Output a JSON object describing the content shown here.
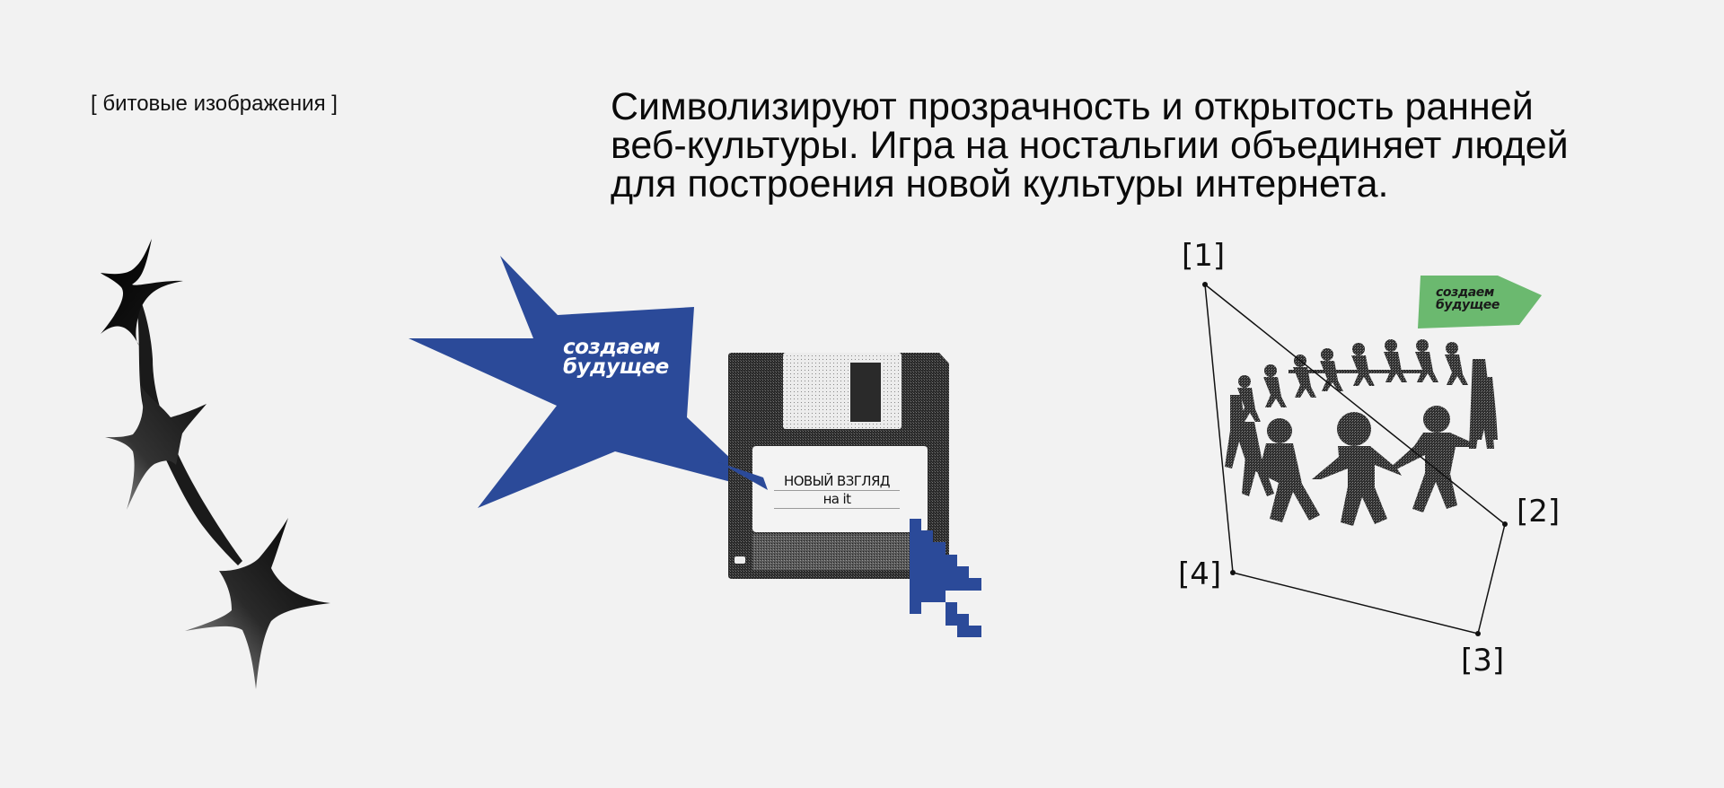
{
  "section_label": "[ битовые изображения ]",
  "headline": {
    "lines": [
      "Символизируют прозрачность и открытость ранней",
      "веб-культуры. Игра на ностальгии объединяет людей",
      "для построения новой культуры интернета."
    ]
  },
  "illustrations": {
    "stars": {
      "count": 3,
      "color": "#111111"
    },
    "blue_star_sticker": {
      "line1": "создаем",
      "line2": "будущее",
      "color": "#2b4a99"
    },
    "floppy_disk": {
      "label_line1": "НОВЫЙ ВЗГЛЯД",
      "label_line2": "на it"
    },
    "pixel_cursor": {
      "color": "#2b4a99"
    },
    "green_flag_sticker": {
      "line1": "создаем",
      "line2": "будущее",
      "color": "#6bb96f"
    },
    "people_circle": {
      "points": [
        {
          "label": "[1]"
        },
        {
          "label": "[2]"
        },
        {
          "label": "[3]"
        },
        {
          "label": "[4]"
        }
      ]
    }
  },
  "colors": {
    "background": "#f2f2f2",
    "text": "#0a0a0a",
    "blue": "#2b4a99",
    "green": "#6bb96f"
  }
}
